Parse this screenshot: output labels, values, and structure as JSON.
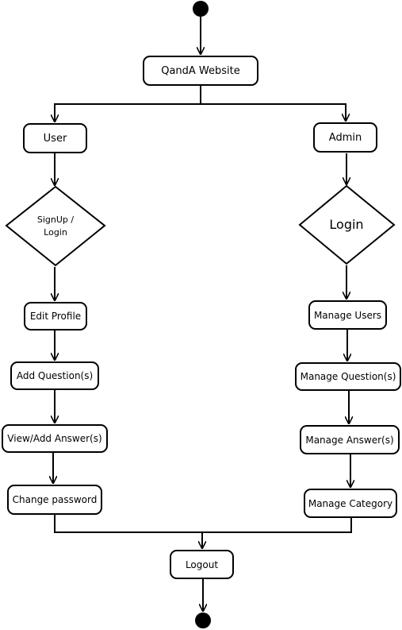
{
  "nodes": {
    "website": "QandA Website",
    "user": "User",
    "admin": "Admin",
    "signup_line1": "SignUp /",
    "signup_line2": "Login",
    "admin_login": "Login",
    "edit_profile": "Edit Profile",
    "add_question": "Add Question(s)",
    "view_answer": "View/Add Answer(s)",
    "change_password": "Change password",
    "manage_users": "Manage Users",
    "manage_question": "Manage Question(s)",
    "manage_answer": "Manage Answer(s)",
    "manage_category": "Manage Category",
    "logout": "Logout"
  }
}
